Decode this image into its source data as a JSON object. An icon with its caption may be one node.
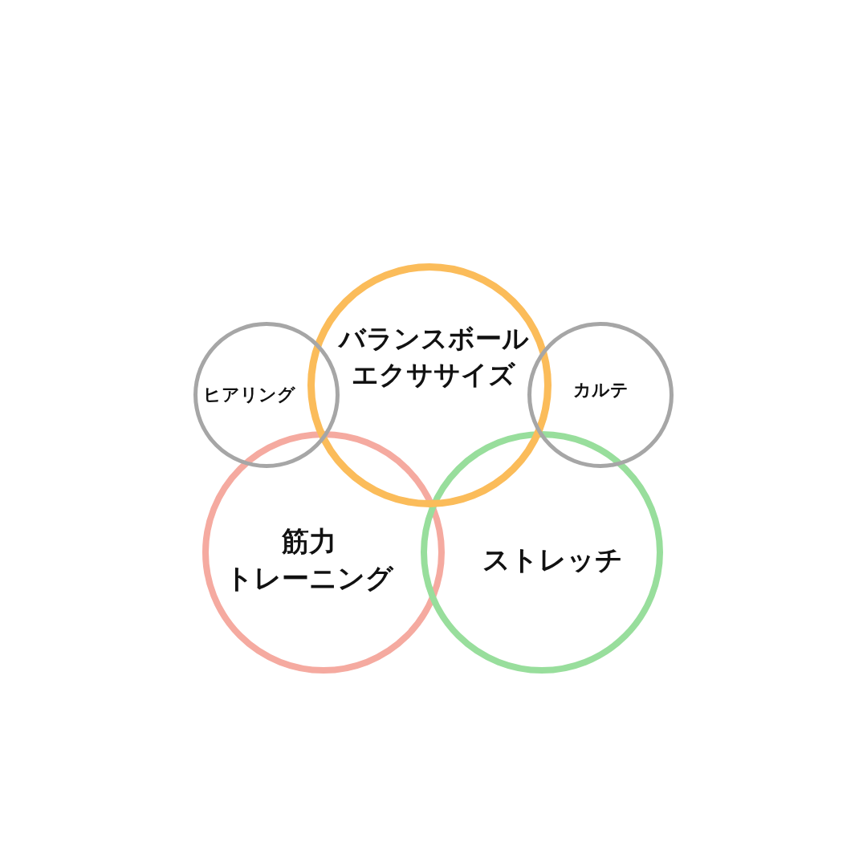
{
  "diagram": {
    "nodes": [
      {
        "text": [
          "ヒアリング"
        ]
      },
      {
        "text": [
          "バランスボールエクササイズ"
        ]
      },
      {
        "text": [
          "カルテ"
        ]
      },
      {
        "text": [
          "筋力",
          "トレーニング"
        ]
      },
      {
        "text": [
          "ストレッチ"
        ]
      }
    ]
  }
}
